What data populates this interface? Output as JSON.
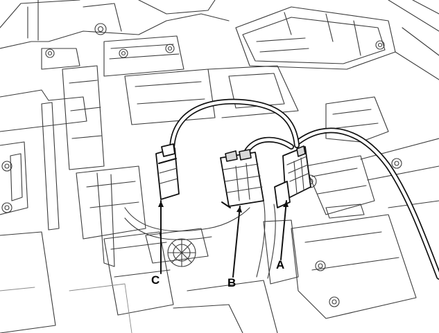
{
  "callouts": [
    {
      "id": "c",
      "label": "C"
    },
    {
      "id": "b",
      "label": "B"
    },
    {
      "id": "a",
      "label": "A"
    }
  ],
  "colors": {
    "line": "#3a3a3a",
    "bold": "#111111",
    "background": "#ffffff"
  }
}
